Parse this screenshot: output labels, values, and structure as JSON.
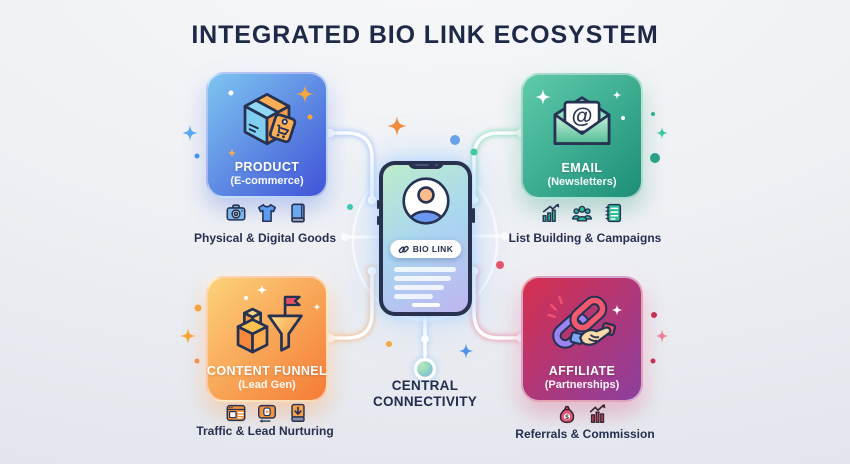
{
  "title": "INTEGRATED BIO LINK ECOSYSTEM",
  "colors": {
    "title_text": "#1d2946",
    "caption_text": "#26304f",
    "background": "#edeff3",
    "connector": "#ffffff",
    "phone_frame": "#28324f"
  },
  "cards": {
    "product": {
      "title": "PRODUCT",
      "subtitle": "(E-commerce)",
      "caption": "Physical & Digital Goods",
      "gradient": [
        "#7ec5f0",
        "#4053d8"
      ],
      "icons": [
        "camera-icon",
        "tshirt-icon",
        "book-icon"
      ]
    },
    "email": {
      "title": "EMAIL",
      "subtitle": "(Newsletters)",
      "caption": "List Building & Campaigns",
      "gradient": [
        "#5ecbaa",
        "#1d8f77"
      ],
      "icons": [
        "growth-chart-icon",
        "audience-icon",
        "notebook-icon"
      ]
    },
    "funnel": {
      "title": "CONTENT FUNNEL",
      "subtitle": "(Lead Gen)",
      "caption": "Traffic & Lead Nurturing",
      "gradient": [
        "#fcd27a",
        "#f57b36"
      ],
      "icons": [
        "webpage-icon",
        "video-icon",
        "download-icon"
      ]
    },
    "affiliate": {
      "title": "AFFILIATE",
      "subtitle": "(Partnerships)",
      "caption": "Referrals & Commission",
      "gradient": [
        "#d62f4e",
        "#8c3f9f"
      ],
      "icons": [
        "money-bag-icon",
        "commission-chart-icon"
      ]
    }
  },
  "phone": {
    "bio_link_label": "BIO LINK"
  },
  "center": {
    "label": "CENTRAL CONNECTIVITY"
  }
}
